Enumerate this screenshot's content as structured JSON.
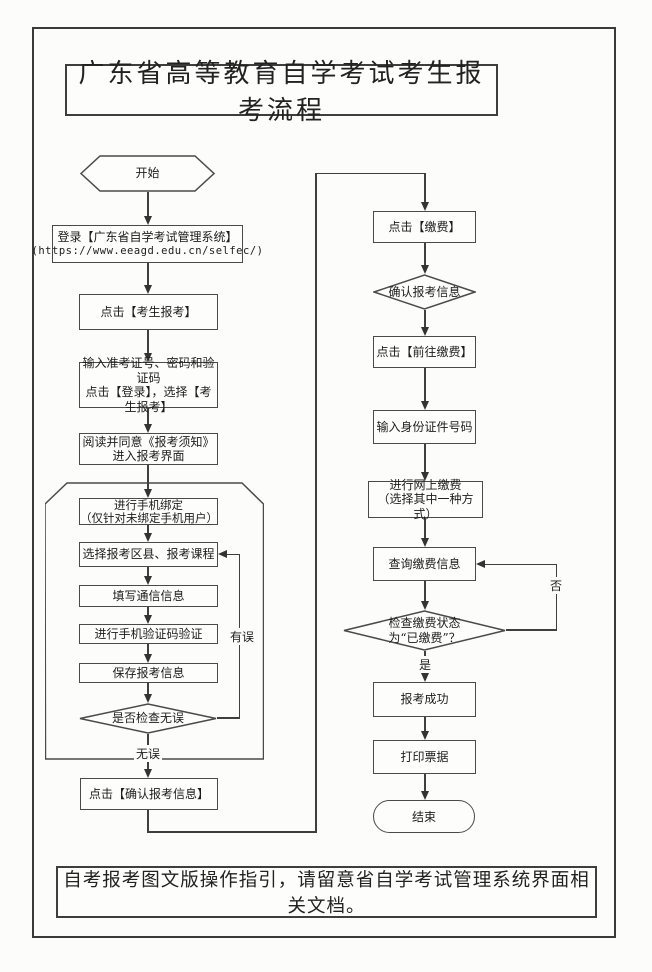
{
  "page": {
    "title": "广东省高等教育自学考试考生报考流程",
    "footer": "自考报考图文版操作指引，请留意省自学考试管理系统界面相关文档。"
  },
  "nodes": {
    "start": "开始",
    "login_line1": "登录【广东省自学考试管理系统】",
    "login_line2": "(https://www.eeagd.edu.cn/selfec/)",
    "click_register": "点击【考生报考】",
    "credentials_line1": "输入准考证号、密码和验证码",
    "credentials_line2": "点击【登录】，选择【考生报考】",
    "notice_line1": "阅读并同意《报考须知》",
    "notice_line2": "进入报考界面",
    "bind_phone_line1": "进行手机绑定",
    "bind_phone_line2": "（仅针对未绑定手机用户）",
    "select_course": "选择报考区县、报考课程",
    "contact_info": "填写通信信息",
    "phone_verify": "进行手机验证码验证",
    "save_info": "保存报考信息",
    "check_correct": "是否检查无误",
    "confirm_info": "点击【确认报考信息】",
    "click_pay": "点击【缴费】",
    "confirm_reg": "确认报考信息",
    "go_pay": "点击【前往缴费】",
    "input_id": "输入身份证件号码",
    "online_pay_line1": "进行网上缴费",
    "online_pay_line2": "（选择其中一种方式）",
    "query_pay": "查询缴费信息",
    "check_status_line1": "检查缴费状态",
    "check_status_line2": "为“已缴费”？",
    "success": "报考成功",
    "print_receipt": "打印票据",
    "end": "结束"
  },
  "edge_labels": {
    "has_error": "有误",
    "no_error": "无误",
    "yes": "是",
    "no": "否"
  },
  "colors": {
    "line": "#3f3f3f",
    "text": "#1c1c1c",
    "background": "#fcfcfb"
  }
}
